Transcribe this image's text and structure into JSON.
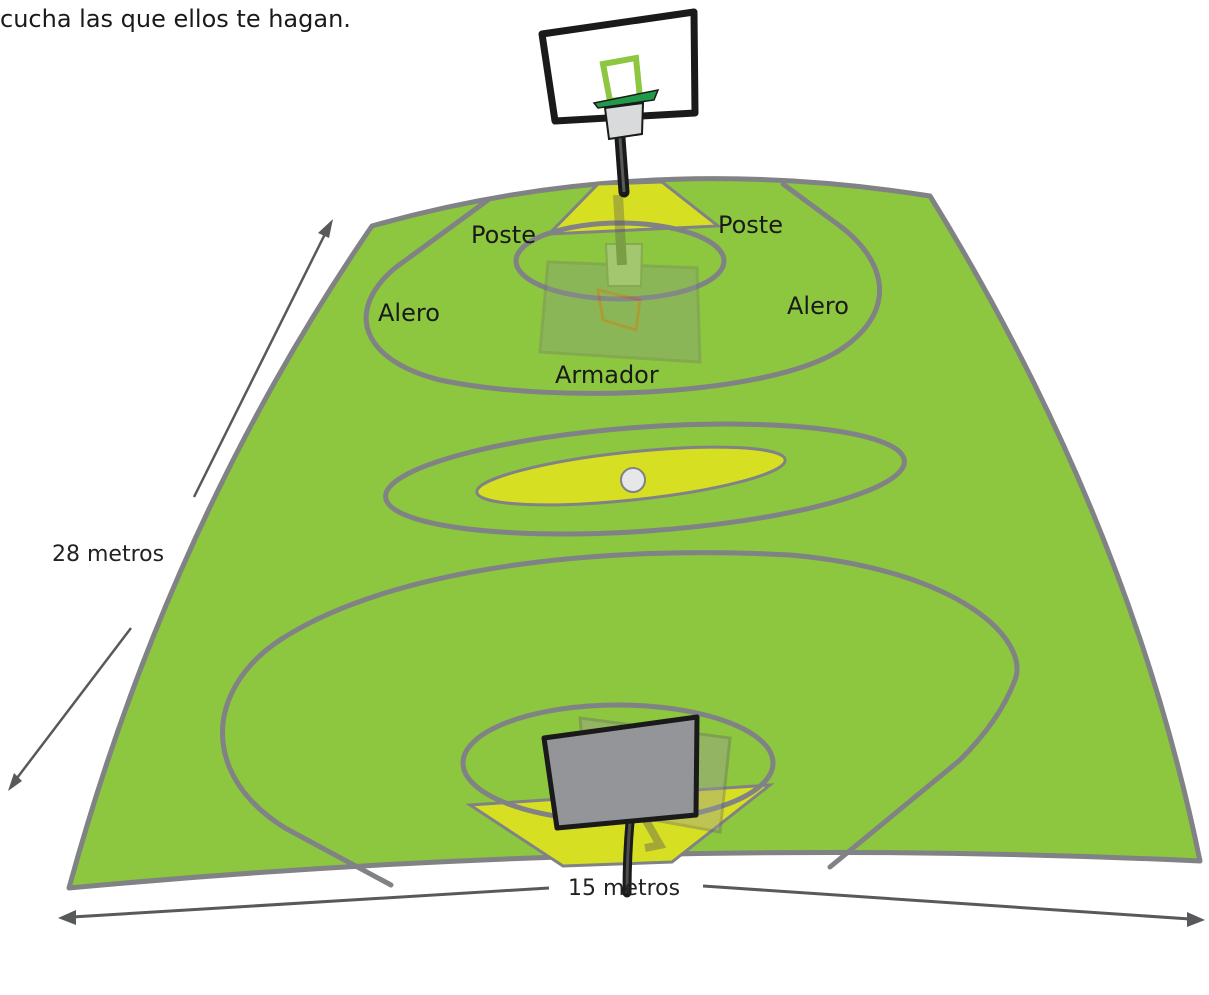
{
  "intro_text": "cucha las que ellos te hagan.",
  "court": {
    "positions": {
      "poste_left": "Poste",
      "poste_right": "Poste",
      "alero_left": "Alero",
      "alero_right": "Alero",
      "armador": "Armador"
    },
    "dimensions": {
      "length": "28 metros",
      "width": "15 metros"
    }
  },
  "colors": {
    "court_green": "#8dc63f",
    "paint_yellow": "#d7df23",
    "line_gray": "#808285",
    "arrow_gray": "#58595b",
    "hoop_green": "#1f9a48"
  }
}
